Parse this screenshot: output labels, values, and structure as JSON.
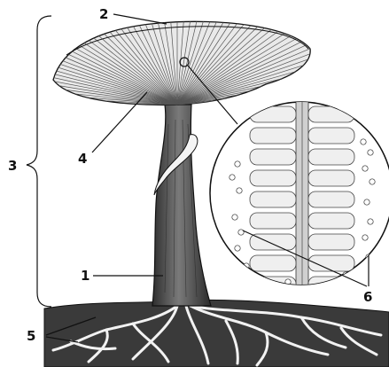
{
  "figure": {
    "labels": {
      "l1": "1",
      "l2": "2",
      "l3": "3",
      "l4": "4",
      "l5": "5",
      "l6": "6"
    },
    "colors": {
      "ink": "#111111",
      "paper": "#ffffff",
      "cap_fill": "#e9e9e9",
      "stem_fill": "#5a5a5a",
      "soil_fill": "#3a3a3a"
    }
  }
}
